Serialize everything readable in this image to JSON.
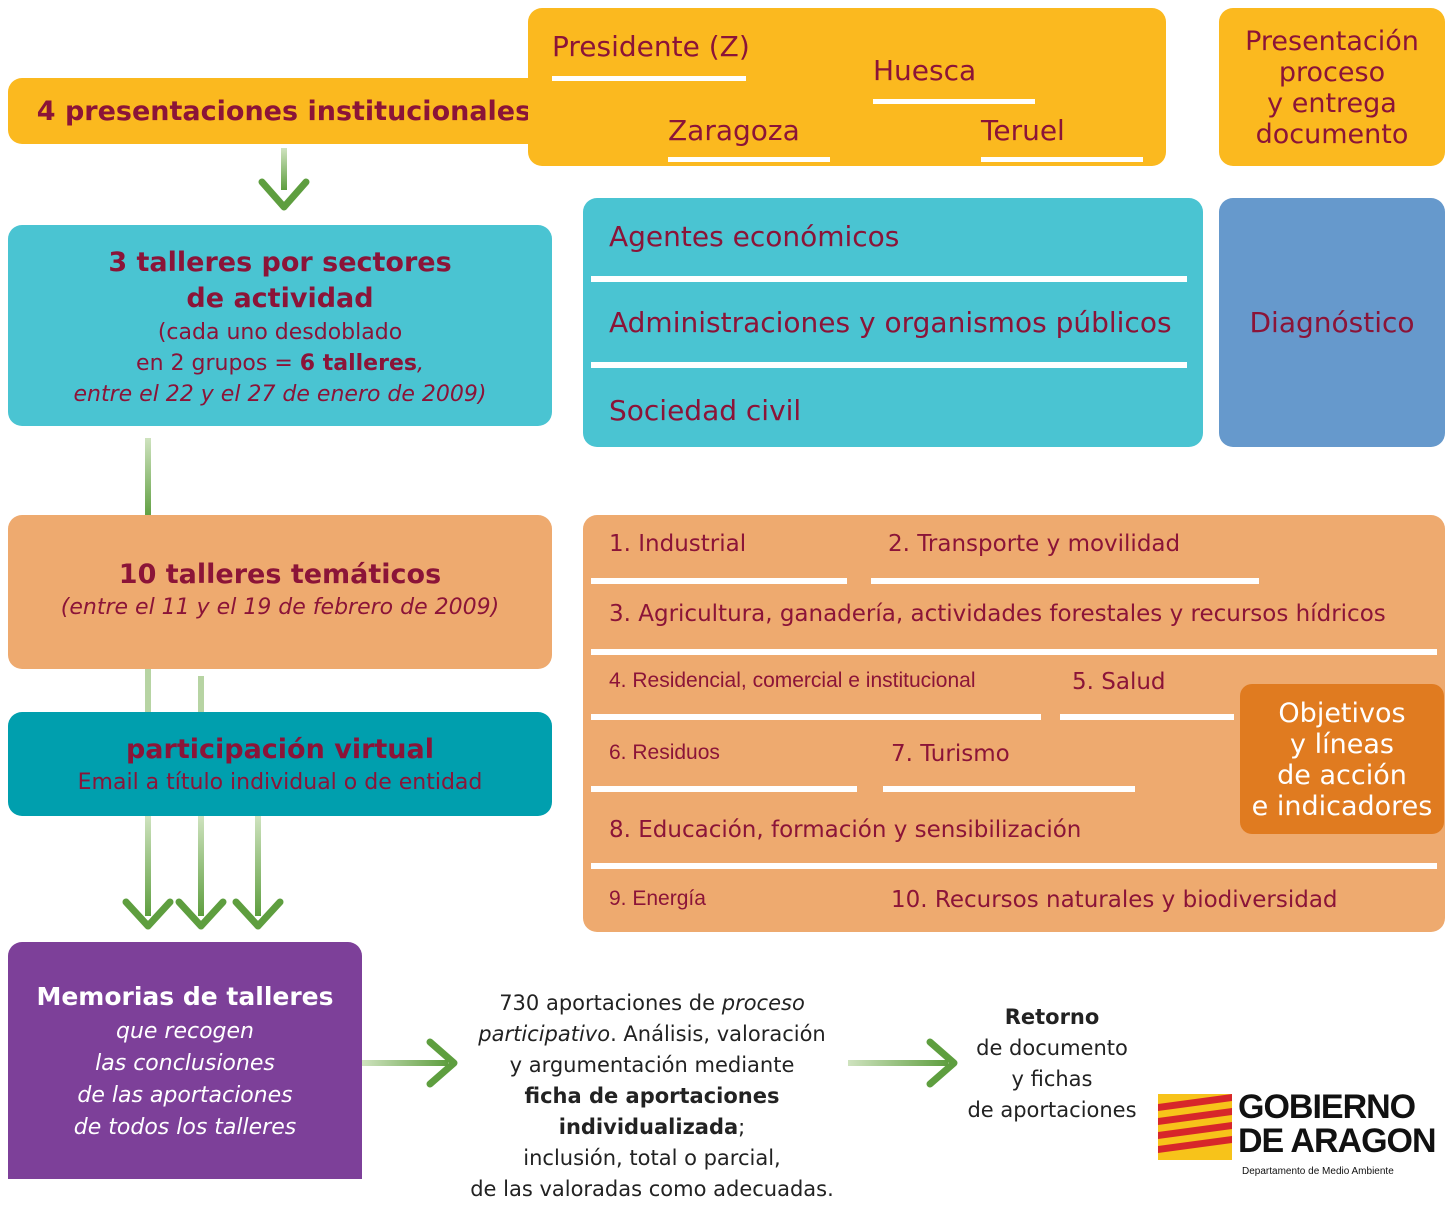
{
  "row1": {
    "left_title": "4 presentaciones institucionales",
    "places": [
      "Presidente (Z)",
      "Huesca",
      "Zaragoza",
      "Teruel"
    ],
    "right_label": "Presentación proceso y entrega documento",
    "right_lines": [
      "Presentación",
      "proceso",
      "y entrega",
      "documento"
    ]
  },
  "row2": {
    "left_title_lines": [
      "3 talleres por sectores",
      "de actividad"
    ],
    "left_sub1": "(cada uno desdoblado",
    "left_sub2_pre": "en 2 grupos = ",
    "left_sub2_bold": "6 talleres",
    "left_sub2_post": ",",
    "left_sub3": "entre el 22 y el 27 de enero de 2009)",
    "sectors": [
      "Agentes económicos",
      "Administraciones y organismos públicos",
      "Sociedad civil"
    ],
    "right_label": "Diagnóstico"
  },
  "row3": {
    "left_title": "10 talleres temáticos",
    "left_sub": "(entre el 11 y el 19 de febrero de 2009)",
    "topics": [
      "1. Industrial",
      "2. Transporte y movilidad",
      "3. Agricultura, ganadería, actividades forestales y recursos hídricos",
      "4. Residencial, comercial e institucional",
      "5. Salud",
      "6. Residuos",
      "7. Turismo",
      "8. Educación, formación y sensibilización",
      "9. Energía",
      "10. Recursos naturales y biodiversidad"
    ],
    "objectives_lines": [
      "Objetivos",
      "y líneas",
      "de acción",
      "e indicadores"
    ]
  },
  "virtual": {
    "title": "participación virtual",
    "sub": "Email a título individual o de entidad"
  },
  "memorias": {
    "title": "Memorias de talleres",
    "lines": [
      "que recogen",
      "las conclusiones",
      "de las aportaciones",
      "de todos los talleres"
    ]
  },
  "aportaciones": {
    "l1_pre": "730 aportaciones de ",
    "l1_ital": "proceso",
    "l2_ital": "participativo",
    "l2_post": ". Análisis, valoración",
    "l3": "y argumentación mediante",
    "l4_bold": "ficha de aportaciones individualizada",
    "l4_post": ";",
    "l5": "inclusión, total o parcial,",
    "l6": "de las valoradas como adecuadas."
  },
  "retorno": {
    "title": "Retorno",
    "lines": [
      "de documento",
      "y fichas",
      "de aportaciones"
    ]
  },
  "logo": {
    "line1": "GOBIERNO",
    "line2": "DE ARAGON",
    "sub": "Departamento de Medio Ambiente"
  },
  "colors": {
    "yellow": "#fbb91f",
    "cyan": "#4ac4d2",
    "blue": "#6699cc",
    "salmon": "#eeaa6f",
    "orange": "#e07b20",
    "teal": "#009fae",
    "purple": "#7d4099",
    "dark_red": "#8b1438",
    "green": "#6aa84f"
  }
}
